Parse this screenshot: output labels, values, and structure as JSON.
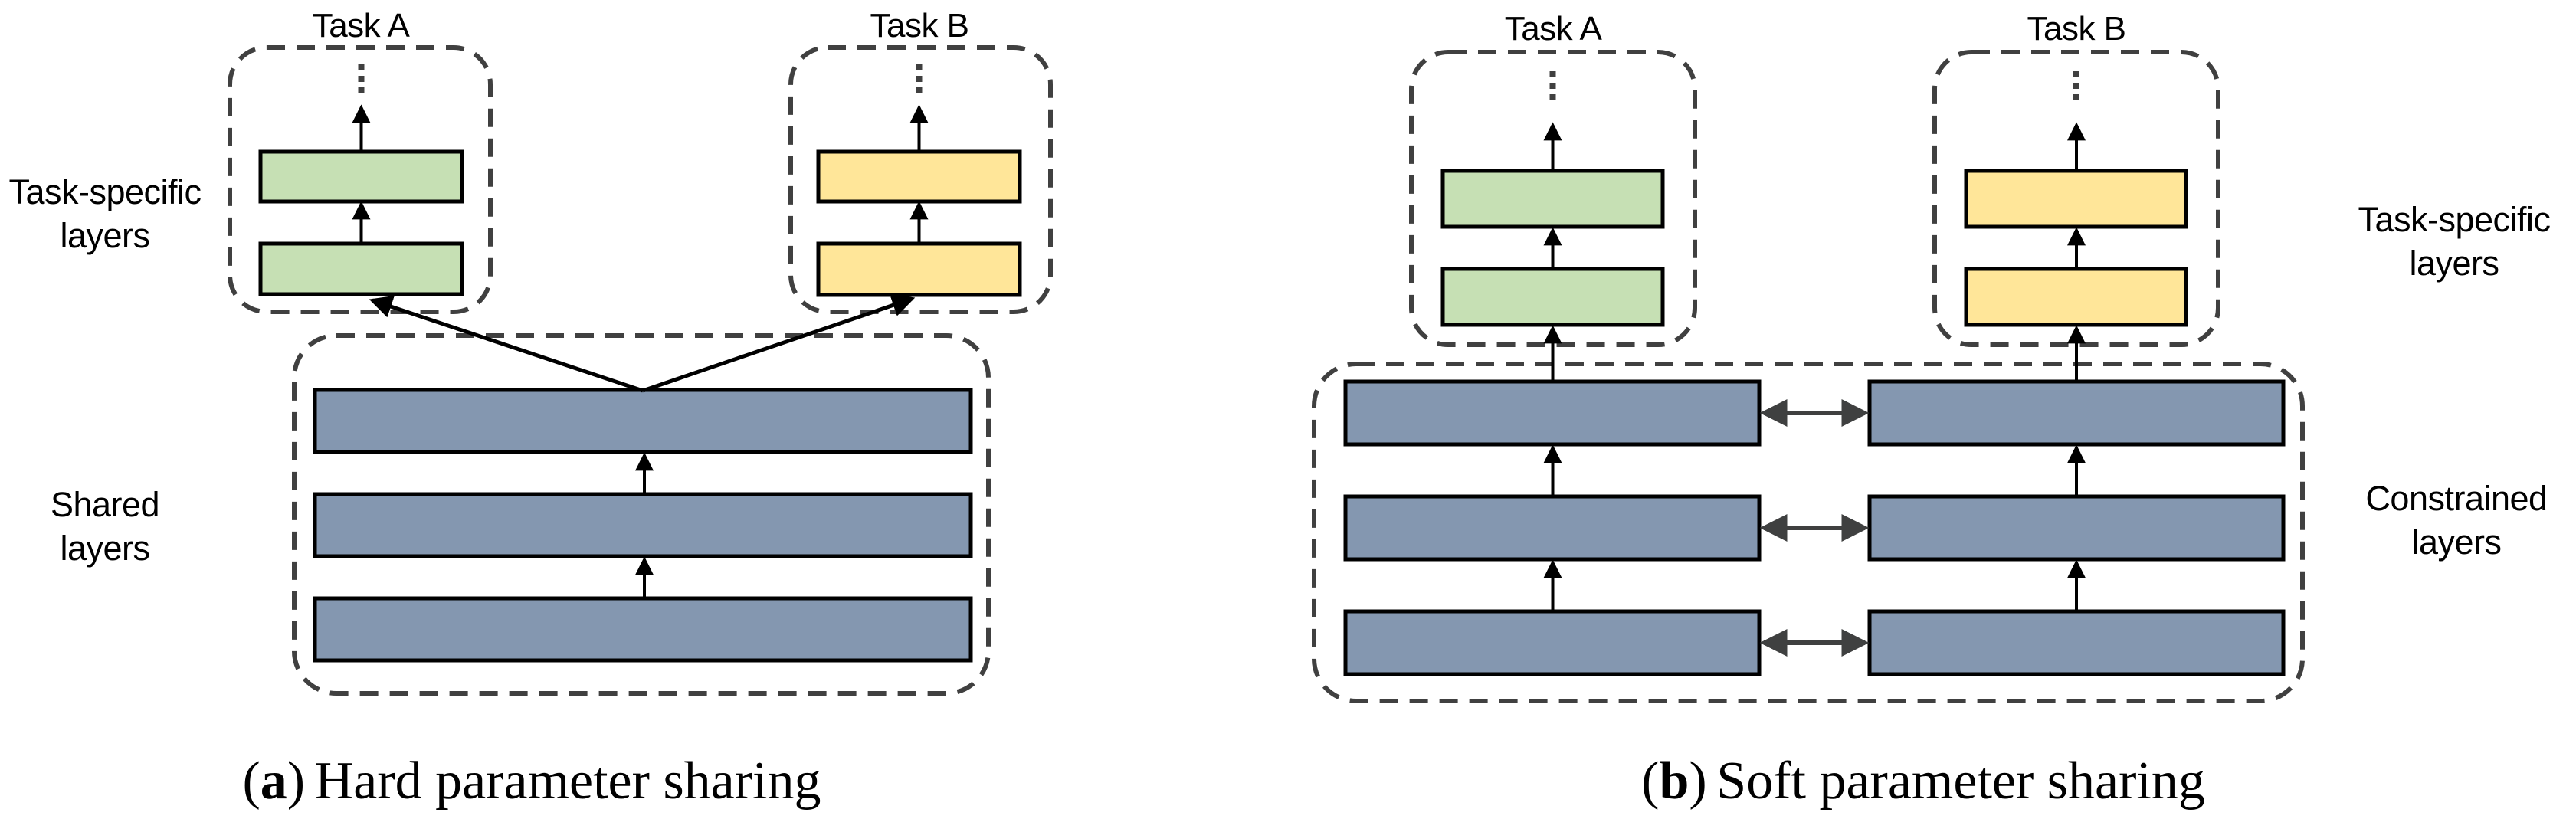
{
  "colors": {
    "task_a_box": "#c6e0b4",
    "task_b_box": "#ffe699",
    "shared_box": "#8497b0",
    "box_border": "#000000",
    "dashed_border": "#404040",
    "arrow": "#000000",
    "link_arrow": "#3f4040",
    "text": "#000000",
    "background": "#ffffff"
  },
  "panel_a": {
    "task_a_label": "Task A",
    "task_b_label": "Task B",
    "side_label_top": {
      "line1": "Task-specific",
      "line2": "layers"
    },
    "side_label_bottom": {
      "line1": "Shared",
      "line2": "layers"
    },
    "caption": {
      "open": "(",
      "letter": "a",
      "close": ")",
      "text": "Hard parameter sharing"
    }
  },
  "panel_b": {
    "task_a_label": "Task A",
    "task_b_label": "Task B",
    "side_label_top": {
      "line1": "Task-specific",
      "line2": "layers"
    },
    "side_label_bottom": {
      "line1": "Constrained",
      "line2": "layers"
    },
    "caption": {
      "open": "(",
      "letter": "b",
      "close": ")",
      "text": "Soft parameter sharing"
    }
  }
}
